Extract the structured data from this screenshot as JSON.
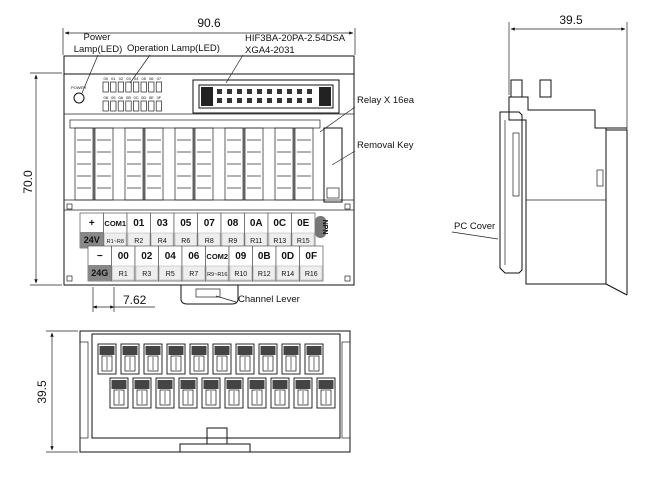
{
  "dimensions": {
    "width": "90.6",
    "height": "70.0",
    "side_depth": "39.5",
    "bottom_depth": "39.5",
    "pitch": "7.62"
  },
  "callouts": {
    "power_lamp": "Power\nLamp(LED)",
    "operation_lamp": "Operation Lamp(LED)",
    "connector": "HIF3BA-20PA-2.54DSA\nXGA4-2031",
    "relay": "Relay X 16ea",
    "removal_key": "Removal Key",
    "channel_lever": "Channel Lever",
    "pc_cover": "PC Cover"
  },
  "front_panel": {
    "power_mark": "POWER",
    "led_row1": [
      "00",
      "01",
      "02",
      "03",
      "04",
      "05",
      "06",
      "07"
    ],
    "led_row2": [
      "08",
      "09",
      "0A",
      "0B",
      "0C",
      "0D",
      "0E",
      "0F"
    ]
  },
  "terminal": {
    "top_row": [
      {
        "main": "+",
        "sub": "24V",
        "dark": true
      },
      {
        "main": "COM1",
        "sub": "R1~R8"
      },
      {
        "main": "01",
        "sub": "R2"
      },
      {
        "main": "03",
        "sub": "R4"
      },
      {
        "main": "05",
        "sub": "R6"
      },
      {
        "main": "07",
        "sub": "R8"
      },
      {
        "main": "08",
        "sub": "R9"
      },
      {
        "main": "0A",
        "sub": "R11"
      },
      {
        "main": "0C",
        "sub": "R13"
      },
      {
        "main": "0E",
        "sub": "R15"
      }
    ],
    "bottom_row": [
      {
        "main": "−",
        "sub": "24G",
        "dark": true
      },
      {
        "main": "00",
        "sub": "R1"
      },
      {
        "main": "02",
        "sub": "R3"
      },
      {
        "main": "04",
        "sub": "R5"
      },
      {
        "main": "06",
        "sub": "R7"
      },
      {
        "main": "COM2",
        "sub": "R9~R16"
      },
      {
        "main": "09",
        "sub": "R10"
      },
      {
        "main": "0B",
        "sub": "R12"
      },
      {
        "main": "0D",
        "sub": "R14"
      },
      {
        "main": "0F",
        "sub": "R16"
      }
    ],
    "badge": "NPN"
  }
}
